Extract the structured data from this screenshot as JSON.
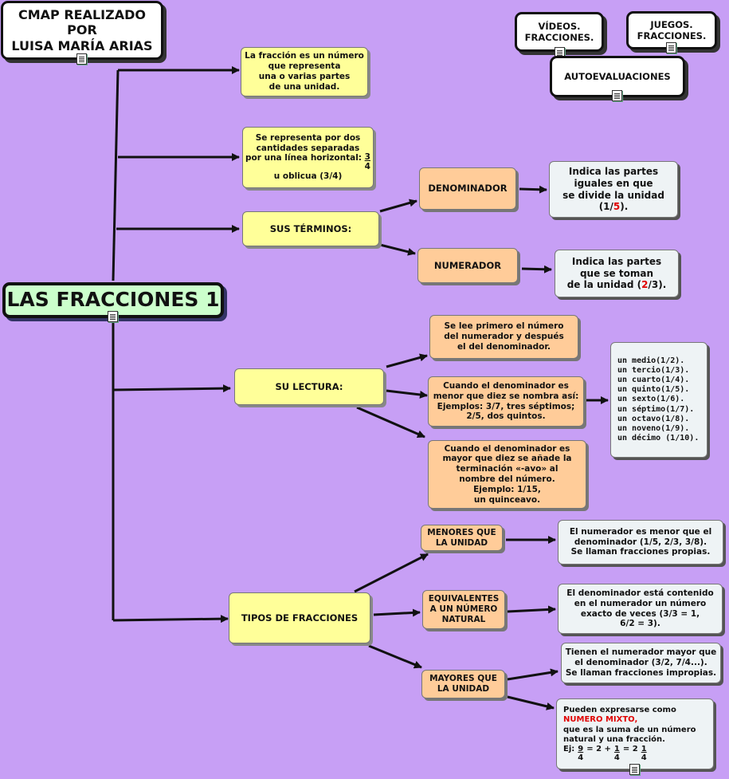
{
  "credit": {
    "line1": "CMAP REALIZADO",
    "line2": "POR",
    "line3": "LUISA MARÍA ARIAS"
  },
  "resources": {
    "videos": {
      "line1": "VÍDEOS.",
      "line2": "FRACCIONES."
    },
    "juegos": {
      "line1": "JUEGOS.",
      "line2": "FRACCIONES."
    },
    "autoeval": "AUTOEVALUACIONES"
  },
  "main_title": "LAS FRACCIONES 1",
  "definition": {
    "line1": "La fracción es un número",
    "line2": "que representa",
    "line3": "una o varias partes",
    "line4": "de una unidad."
  },
  "representation": {
    "line1": "Se representa por dos",
    "line2": "cantidades separadas",
    "line3": "por una línea horizontal:",
    "num": "3",
    "den": "4",
    "line4": "u oblicua (3/4)"
  },
  "terms": {
    "title": "SUS TÉRMINOS:",
    "denominator": "DENOMINADOR",
    "numerator": "NUMERADOR",
    "den_desc": {
      "line1": "Indica las partes",
      "line2": "iguales en que",
      "line3": "se divide la unidad",
      "ex_open": "(1/",
      "ex_red": "5",
      "ex_close": ")."
    },
    "num_desc": {
      "line1": "Indica las partes",
      "line2": "que se toman",
      "line3": "de la unidad (",
      "ex_red": "2",
      "ex_close": "/3)."
    }
  },
  "reading": {
    "title": "SU LECTURA:",
    "first": {
      "line1": "Se lee primero el número",
      "line2": "del numerador y después",
      "line3": "el del denominador."
    },
    "less_ten": {
      "line1": "Cuando el denominador es",
      "line2": "menor que diez se nombra así:",
      "line3": "Ejemplos: 3/7, tres séptimos;",
      "line4": "2/5, dos quintos."
    },
    "more_ten": {
      "line1": "Cuando el denominador es",
      "line2": "mayor que diez se añade la",
      "line3": "terminación «-avo» al",
      "line4": "nombre del número.",
      "line5": "Ejemplo: 1/15,",
      "line6": "un quinceavo."
    },
    "names": [
      "un medio(1/2).",
      "un tercio(1/3).",
      "un cuarto(1/4).",
      "un quinto(1/5).",
      "un sexto(1/6).",
      "un séptimo(1/7).",
      "un octavo(1/8).",
      "un noveno(1/9).",
      "un décimo (1/10)."
    ]
  },
  "types": {
    "title": "TIPOS DE FRACCIONES",
    "less": {
      "line1": "MENORES QUE",
      "line2": "LA  UNIDAD"
    },
    "equal": {
      "line1": "EQUIVALENTES",
      "line2": "A UN NÚMERO",
      "line3": "NATURAL"
    },
    "more": {
      "line1": "MAYORES QUE",
      "line2": "LA UNIDAD"
    },
    "less_desc": {
      "line1": "El numerador es menor que el",
      "line2": "denominador (1/5, 2/3, 3/8).",
      "line3": "Se llaman fracciones propias."
    },
    "equal_desc": {
      "line1": "El denominador está contenido",
      "line2": "en el numerador un número",
      "line3": "exacto de veces (3/3 = 1,",
      "line4": "6/2 = 3)."
    },
    "more_desc": {
      "line1": "Tienen el numerador mayor que",
      "line2": "el denominador (3/2, 7/4...).",
      "line3": "Se llaman fracciones impropias."
    },
    "mixed": {
      "line1": "Pueden expresarse como",
      "line2": "NUMERO MIXTO,",
      "line3": "que es la suma de un número",
      "line4": "natural y una fracción.",
      "ej": "Ej:",
      "a_num": "9",
      "a_den": "4",
      "eq1": "= 2 +",
      "b_num": "1",
      "b_den": "4",
      "eq2": "= 2",
      "c_num": "1",
      "c_den": "4"
    }
  }
}
